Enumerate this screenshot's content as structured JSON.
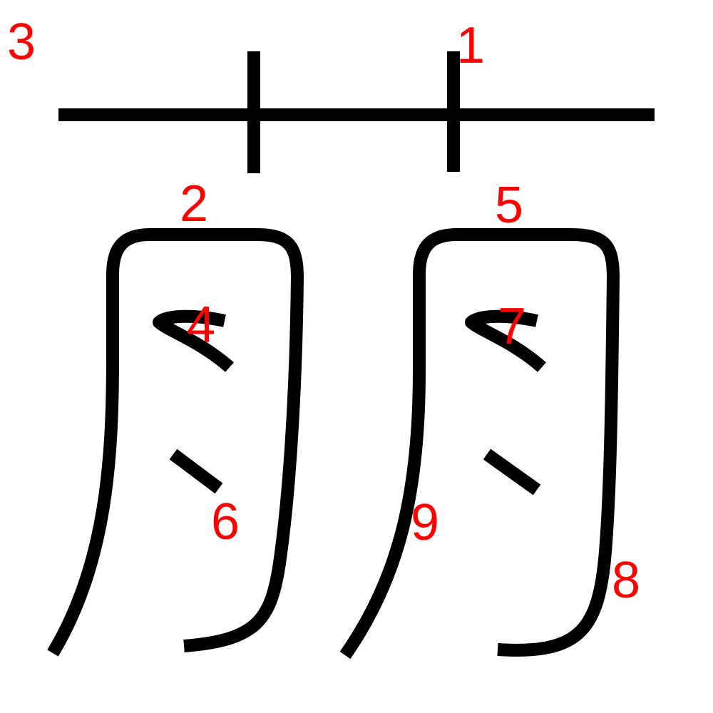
{
  "diagram": {
    "kind": "kanji-stroke-order",
    "stroke_color": "#000000",
    "number_color": "#ff0000",
    "stroke_numbers": [
      "1",
      "2",
      "3",
      "4",
      "5",
      "6",
      "7",
      "8",
      "9"
    ]
  }
}
